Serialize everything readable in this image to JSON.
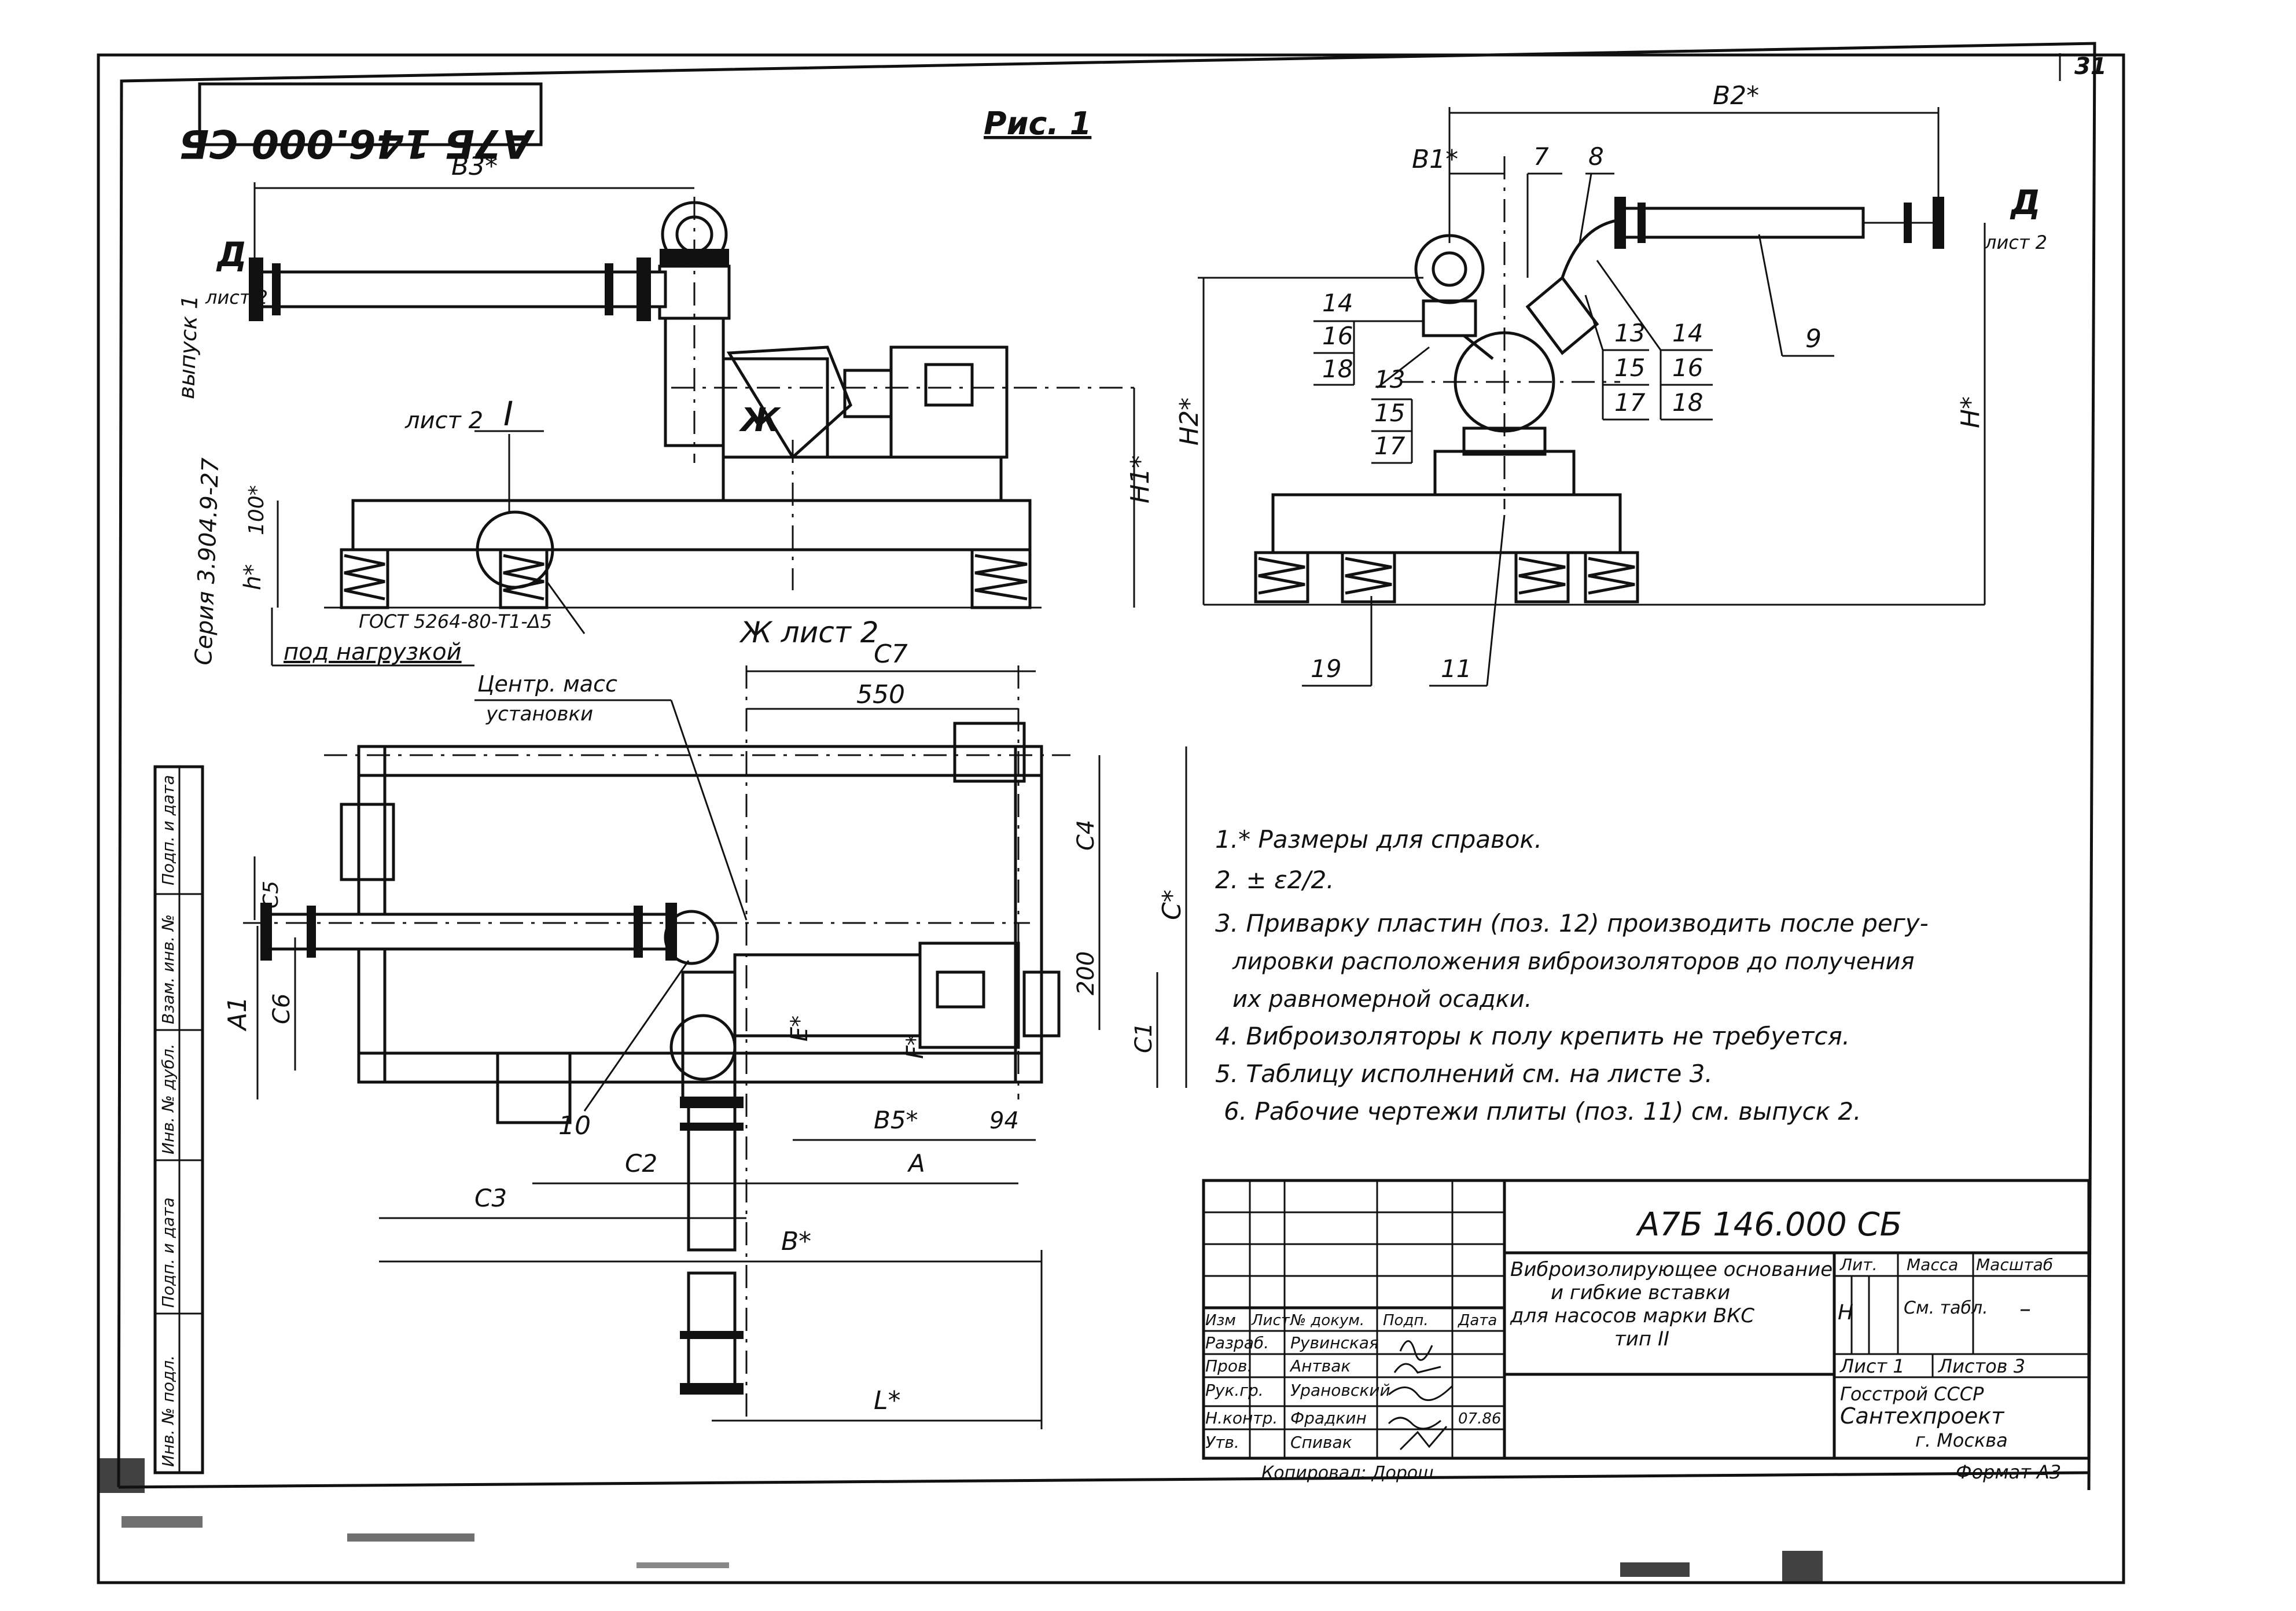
{
  "stamp": {
    "designation_mirrored": "А7Б 146.000 СБ",
    "page_number": "31"
  },
  "figure_title": "Рис. 1",
  "side_labels": {
    "series": "Серия 3.904.9-27",
    "issue": "выпуск 1"
  },
  "side_strip": [
    "Подп. и дата",
    "Взам. инв. №",
    "Инв. № дубл.",
    "Подп. и дата",
    "Инв. № подл."
  ],
  "left_view": {
    "dims": {
      "b3": "B3*",
      "h1": "H1*",
      "h": "h*",
      "offset": "100*"
    },
    "labels": {
      "d": "Д",
      "d_sheet": "лист 2",
      "zh": "Ж",
      "sheet2": "лист 2",
      "node": "I",
      "gost": "ГОСТ 5264-80-Т1-Δ5",
      "under_load": "под нагрузкой"
    }
  },
  "right_view": {
    "dims": {
      "b1": "B1*",
      "b2": "B2*",
      "h2": "H2*",
      "h": "H*"
    },
    "labels": {
      "d": "Д",
      "d_sheet": "лист 2"
    },
    "callouts_left": [
      "14",
      "16",
      "18",
      "13",
      "15",
      "17"
    ],
    "callouts_right": [
      "13",
      "14",
      "15",
      "16",
      "17",
      "18"
    ],
    "callouts_top": [
      "7",
      "8"
    ],
    "callout_pipe": "9",
    "callouts_bottom": [
      "19",
      "11"
    ]
  },
  "plan_view": {
    "zh_label": "Ж лист 2",
    "center_of_mass": [
      "Центр. масс",
      "установки"
    ],
    "dims": {
      "c7": "C7",
      "d550": "550",
      "c4": "C4",
      "c_star": "C*",
      "d200": "200",
      "c1": "C1",
      "c5": "C5",
      "c6": "C6",
      "a1": "A1",
      "e": "E*",
      "f": "F*",
      "b5": "B5*",
      "b4": "94",
      "c2": "C2",
      "a": "A",
      "c3": "C3",
      "b": "B*",
      "l": "L*",
      "item10": "10"
    }
  },
  "notes": [
    "1.* Размеры для справок.",
    "2. ± ε2/2.",
    "3. Приварку пластин (поз. 12) производить после регу-",
    "лировки расположения виброизоляторов до получения",
    "их равномерной осадки.",
    "4. Виброизоляторы к полу крепить не требуется.",
    "5. Таблицу исполнений см. на листе 3.",
    "6. Рабочие чертежи плиты (поз. 11) см. выпуск 2."
  ],
  "title_block": {
    "designation": "А7Б 146.000 СБ",
    "name": [
      "Виброизолирующее основание",
      "и гибкие вставки",
      "для насосов марки ВКС",
      "тип II"
    ],
    "col_headers": [
      "Изм",
      "Лист",
      "№ докум.",
      "Подп.",
      "Дата"
    ],
    "roles": [
      {
        "role": "Разраб.",
        "name": "Рувинская",
        "date": ""
      },
      {
        "role": "Пров.",
        "name": "Антвак",
        "date": ""
      },
      {
        "role": "Рук.гр.",
        "name": "Урановский",
        "date": ""
      },
      {
        "role": "Н.контр.",
        "name": "Фрадкин",
        "date": "07.86"
      },
      {
        "role": "Утв.",
        "name": "Спивак",
        "date": ""
      }
    ],
    "lit_label": "Лит.",
    "mass_label": "Масса",
    "scale_label": "Масштаб",
    "lit": "Н",
    "mass": "См. табл.",
    "scale": "–",
    "sheet": "Лист 1",
    "sheets": "Листов 3",
    "org": [
      "Госстрой СССР",
      "Сантехпроект",
      "г. Москва"
    ],
    "copied": "Копировал: Дорош",
    "format": "Формат А3"
  }
}
